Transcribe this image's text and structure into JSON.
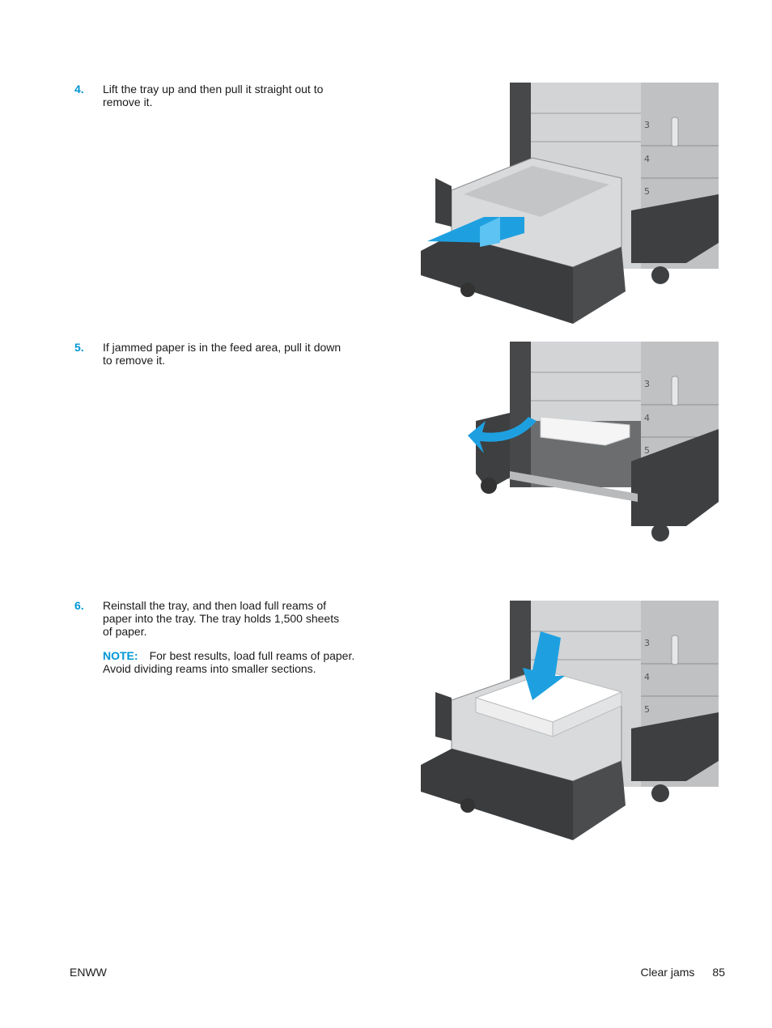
{
  "steps": [
    {
      "number": "4.",
      "text": "Lift the tray up and then pull it straight out to\nremove it."
    },
    {
      "number": "5.",
      "text": "If jammed paper is in the feed area, pull it down\nto remove it."
    },
    {
      "number": "6.",
      "text": "Reinstall the tray, and then load full reams of\npaper into the tray. The tray holds 1,500 sheets\nof paper.",
      "note_label": "NOTE:",
      "note_text": "For best results, load full reams of paper. Avoid dividing reams into smaller sections."
    }
  ],
  "tray_labels": [
    "3",
    "4",
    "5"
  ],
  "colors": {
    "accent": "#0096d6",
    "arrow": "#1ea0e0",
    "printer_gray": "#c9cbcd",
    "printer_dark": "#3d3f41"
  },
  "footer": {
    "left": "ENWW",
    "section": "Clear jams",
    "page": "85"
  }
}
